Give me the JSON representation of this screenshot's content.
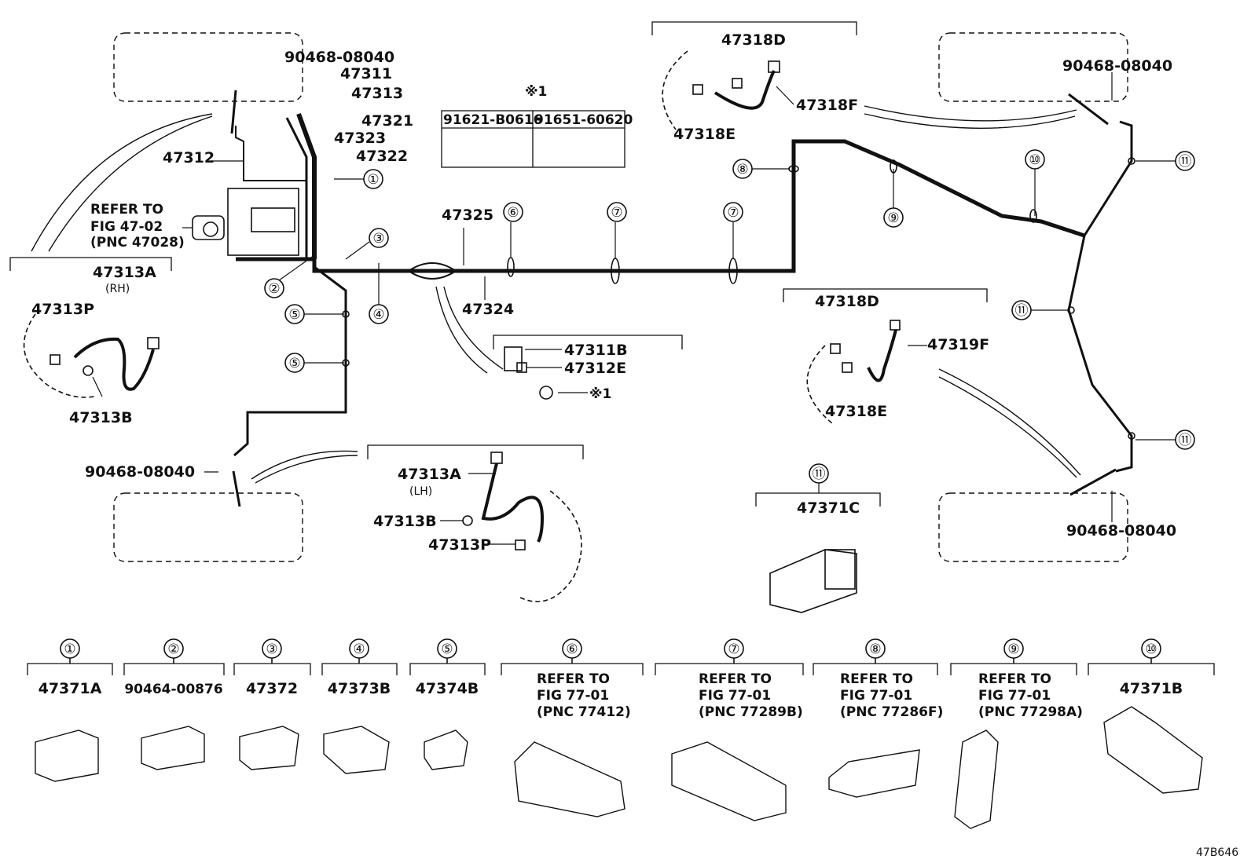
{
  "diagram_id": "47B646",
  "parts": {
    "p90468_tl": "90468-08040",
    "p47311": "47311",
    "p47313": "47313",
    "p47321": "47321",
    "p47323": "47323",
    "p47322": "47322",
    "p47312": "47312",
    "refer_to": "REFER TO",
    "fig_47_02": "FIG 47-02",
    "pnc_47028": "(PNC 47028)",
    "p47313A_rh": "47313A",
    "rh": "(RH)",
    "p47313P_rh": "47313P",
    "p47313B_rh": "47313B",
    "p90468_bl": "90468-08040",
    "p47313A_lh": "47313A",
    "lh": "(LH)",
    "p47313B_lh": "47313B",
    "p47313P_lh": "47313P",
    "p47325": "47325",
    "p47324": "47324",
    "star1": "※1",
    "p91621": "91621-B0616",
    "p91651": "91651-60620",
    "p47311B": "47311B",
    "p47312E": "47312E",
    "star1b": "※1",
    "p47318D_top": "47318D",
    "p47318F": "47318F",
    "p47318E_top": "47318E",
    "p90468_tr": "90468-08040",
    "p47318D_mid": "47318D",
    "p47319F": "47319F",
    "p47318E_mid": "47318E",
    "p90468_br": "90468-08040",
    "p47371C": "47371C"
  },
  "callouts": [
    "①",
    "②",
    "③",
    "④",
    "⑤",
    "⑥",
    "⑦",
    "⑧",
    "⑨",
    "⑩",
    "⑪"
  ],
  "clips": [
    {
      "num": "①",
      "part": "47371A"
    },
    {
      "num": "②",
      "part": "90464-00876"
    },
    {
      "num": "③",
      "part": "47372"
    },
    {
      "num": "④",
      "part": "47373B"
    },
    {
      "num": "⑤",
      "part": "47374B"
    },
    {
      "num": "⑥",
      "ref1": "REFER TO",
      "ref2": "FIG 77-01",
      "ref3": "(PNC 77412)"
    },
    {
      "num": "⑦",
      "ref1": "REFER TO",
      "ref2": "FIG 77-01",
      "ref3": "(PNC 77289B)"
    },
    {
      "num": "⑧",
      "ref1": "REFER TO",
      "ref2": "FIG 77-01",
      "ref3": "(PNC 77286F)"
    },
    {
      "num": "⑨",
      "ref1": "REFER TO",
      "ref2": "FIG 77-01",
      "ref3": "(PNC 77298A)"
    },
    {
      "num": "⑩",
      "part": "47371B"
    }
  ]
}
